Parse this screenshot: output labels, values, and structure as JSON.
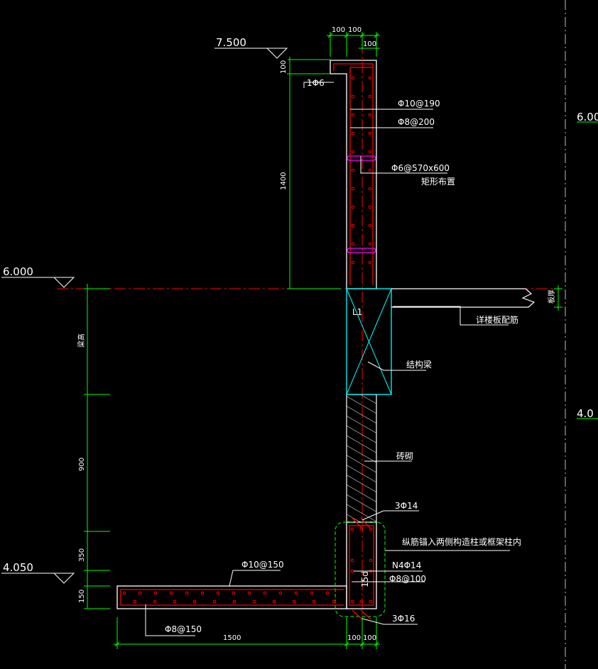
{
  "colors": {
    "background": "#000000",
    "dimension": "#00ff00",
    "concrete": "#ffffff",
    "rebar": "#ff0000",
    "beam": "#00ffff",
    "axis": "#ff0000",
    "tie": "#ff00ff",
    "text": "#ffffff",
    "grid": "#bbbbbb"
  },
  "levels": {
    "top": "7.500",
    "slab": "6.000",
    "bottom": "4.050",
    "right_upper": "6.00",
    "right_lower": "4.0"
  },
  "dims": {
    "top_a": "100",
    "top_b": "100",
    "top_c": "100",
    "lip": "100",
    "wall_height": "1400",
    "beam_depth": "梁高",
    "brick_height": "900",
    "base_depth": "350",
    "slab_thickness": "150",
    "cantilever": "1500",
    "bottom_a": "100",
    "bottom_b": "100",
    "slab_edge": "板厚"
  },
  "labels": {
    "lip_bar": "1Φ6",
    "wall_vertical": "Φ10@190",
    "wall_horizontal": "Φ8@200",
    "ties": "Φ6@570x600",
    "ties_note": "矩形布置",
    "slab_bars": "详楼板配筋",
    "beam_id": "L1",
    "beam_name": "结构梁",
    "brick": "砖砌",
    "bottom_top_bars": "3Φ14",
    "anchor_note": "纵筋锚入两侧构造柱或框架柱内",
    "waist_bars": "N4Φ14",
    "stirrup": "Φ8@100",
    "anchor_length": "15d",
    "cant_top_bars": "Φ10@150",
    "cant_bottom_bars": "Φ8@150",
    "bottom_bars": "3Φ16"
  }
}
